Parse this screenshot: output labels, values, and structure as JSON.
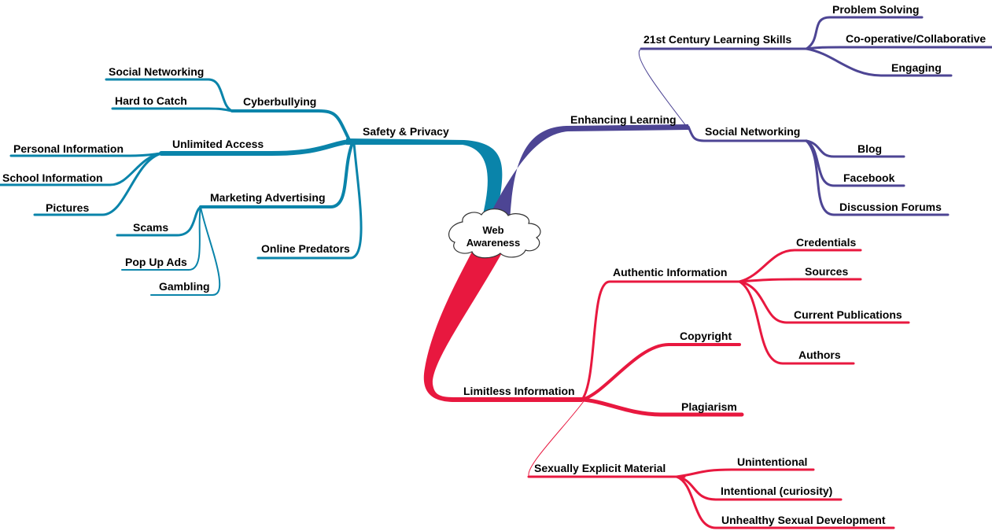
{
  "colors": {
    "safety": "#0a84aa",
    "enhancing": "#4d4594",
    "limitless": "#e8183f",
    "text": "#000000",
    "cloud_stroke": "#333333"
  },
  "center": {
    "line1": "Web",
    "line2": "Awareness"
  },
  "safety": {
    "title": "Safety & Privacy",
    "cyberbullying": {
      "title": "Cyberbullying",
      "social_networking": "Social Networking",
      "hard_to_catch": "Hard to Catch"
    },
    "unlimited_access": {
      "title": "Unlimited Access",
      "personal_information": "Personal Information",
      "school_information": "School Information",
      "pictures": "Pictures"
    },
    "marketing": {
      "title": "Marketing Advertising",
      "scams": "Scams",
      "pop_up_ads": "Pop Up Ads",
      "gambling": "Gambling"
    },
    "online_predators": "Online Predators"
  },
  "enhancing": {
    "title": "Enhancing Learning",
    "skills": {
      "title": "21st Century Learning Skills",
      "problem_solving": "Problem Solving",
      "cooperative": "Co-operative/Collaborative",
      "engaging": "Engaging"
    },
    "social": {
      "title": "Social Networking",
      "blog": "Blog",
      "facebook": "Facebook",
      "discussion_forums": "Discussion Forums"
    }
  },
  "limitless": {
    "title": "Limitless Information",
    "authentic": {
      "title": "Authentic Information",
      "credentials": "Credentials",
      "sources": "Sources",
      "current_publications": "Current Publications",
      "authors": "Authors"
    },
    "copyright": "Copyright",
    "plagiarism": "Plagiarism",
    "explicit": {
      "title": "Sexually Explicit Material",
      "unintentional": "Unintentional",
      "intentional": "Intentional (curiosity)",
      "unhealthy": "Unhealthy Sexual Development"
    }
  }
}
